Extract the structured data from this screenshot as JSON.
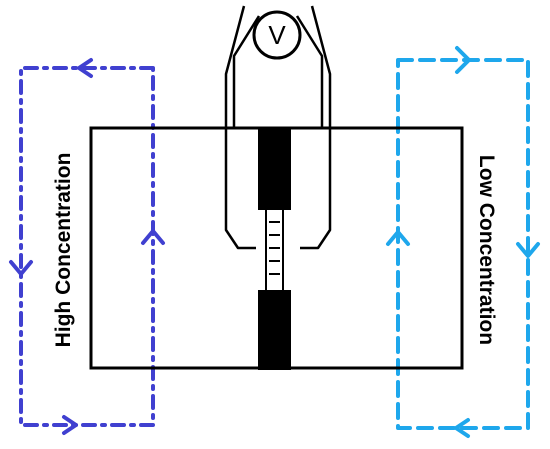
{
  "labels": {
    "left": "High Concentration",
    "right": "Low Concentration",
    "meter": "V"
  },
  "colors": {
    "left_loop": "#4040d0",
    "right_loop": "#1ea7ec",
    "outline": "#000000"
  },
  "icons": {
    "meter": "voltmeter-icon",
    "flow_arrow": "chevron-arrow-icon"
  }
}
